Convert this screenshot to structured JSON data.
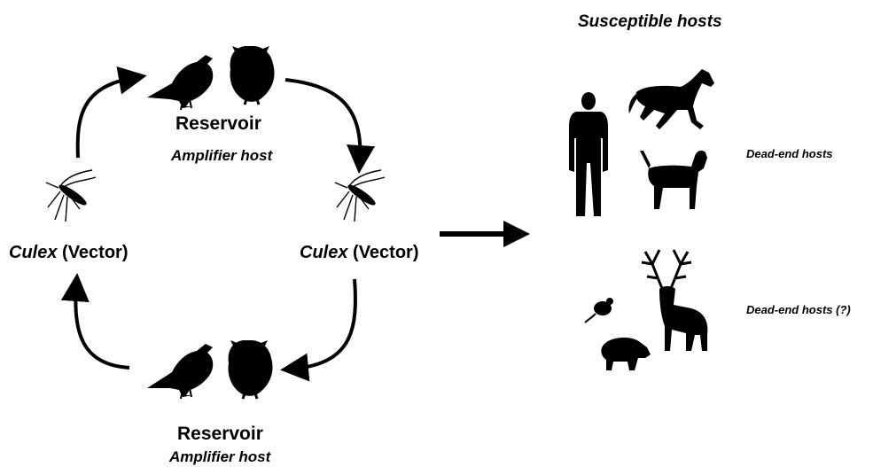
{
  "cycle": {
    "top_reservoir": {
      "title": "Reservoir",
      "subtitle": "Amplifier host"
    },
    "bottom_reservoir": {
      "title": "Reservoir",
      "subtitle": "Amplifier host"
    },
    "left_vector": {
      "genus": "Culex",
      "role": "(Vector)"
    },
    "right_vector": {
      "genus": "Culex",
      "role": "(Vector)"
    }
  },
  "hosts": {
    "title": "Susceptible hosts",
    "dead_end": "Dead-end hosts",
    "dead_end_uncertain": "Dead-end hosts (?)"
  },
  "icons": [
    "crow-icon",
    "owl-icon",
    "mosquito-icon",
    "human-icon",
    "horse-icon",
    "dog-icon",
    "deer-icon",
    "rat-icon",
    "boar-icon"
  ]
}
